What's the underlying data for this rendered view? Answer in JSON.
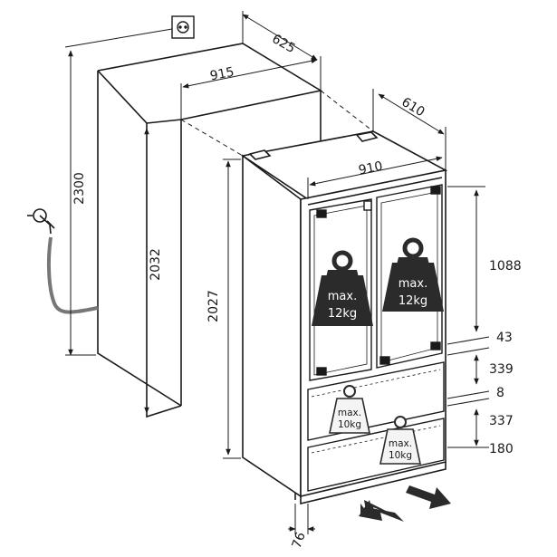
{
  "dimensions": {
    "niche_depth": "625",
    "niche_width": "915",
    "niche_height": "2300",
    "niche_inner_height": "2032",
    "appliance_depth": "610",
    "appliance_width": "910",
    "appliance_height": "2027",
    "upper_door_height": "1088",
    "gap_upper": "43",
    "upper_drawer_height": "339",
    "gap_middle": "8",
    "lower_drawer_height": "337",
    "bottom_height": "180",
    "plinth_offset": "76"
  },
  "loads": {
    "left_door": [
      "max.",
      "12kg"
    ],
    "right_door": [
      "max.",
      "12kg"
    ],
    "upper_drawer": [
      "max.",
      "10kg"
    ],
    "lower_drawer": [
      "max.",
      "10kg"
    ]
  },
  "colors": {
    "line": "#1a1a1a",
    "weight_dark": "#2b2b2b",
    "weight_light": "#f4f4f4",
    "hose": "#777777"
  },
  "icons": [
    "socket-icon",
    "water-tap-icon",
    "airflow-arrow-icon"
  ]
}
